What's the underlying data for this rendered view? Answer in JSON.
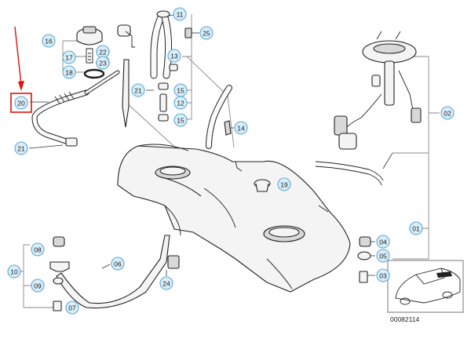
{
  "callouts": [
    {
      "id": "c16",
      "label": "16"
    },
    {
      "id": "c17",
      "label": "17"
    },
    {
      "id": "c18",
      "label": "18"
    },
    {
      "id": "c20",
      "label": "20",
      "highlighted": true
    },
    {
      "id": "c21a",
      "label": "21"
    },
    {
      "id": "c22",
      "label": "22"
    },
    {
      "id": "c23",
      "label": "23"
    },
    {
      "id": "c11",
      "label": "11"
    },
    {
      "id": "c25",
      "label": "25"
    },
    {
      "id": "c13",
      "label": "13"
    },
    {
      "id": "c21b",
      "label": "21"
    },
    {
      "id": "c15a",
      "label": "15"
    },
    {
      "id": "c12",
      "label": "12"
    },
    {
      "id": "c15b",
      "label": "15"
    },
    {
      "id": "c14",
      "label": "14"
    },
    {
      "id": "c19",
      "label": "19"
    },
    {
      "id": "c02",
      "label": "02"
    },
    {
      "id": "c01",
      "label": "01"
    },
    {
      "id": "c04",
      "label": "04"
    },
    {
      "id": "c05",
      "label": "05"
    },
    {
      "id": "c03",
      "label": "03"
    },
    {
      "id": "c08",
      "label": "08"
    },
    {
      "id": "c06",
      "label": "06"
    },
    {
      "id": "c10",
      "label": "10"
    },
    {
      "id": "c09",
      "label": "09"
    },
    {
      "id": "c07",
      "label": "07"
    },
    {
      "id": "c24",
      "label": "24"
    }
  ],
  "doc_number": "00082114",
  "highlight_color": "#e01010",
  "callout_fill": "#d9eef9",
  "callout_stroke": "#5aa8d6"
}
